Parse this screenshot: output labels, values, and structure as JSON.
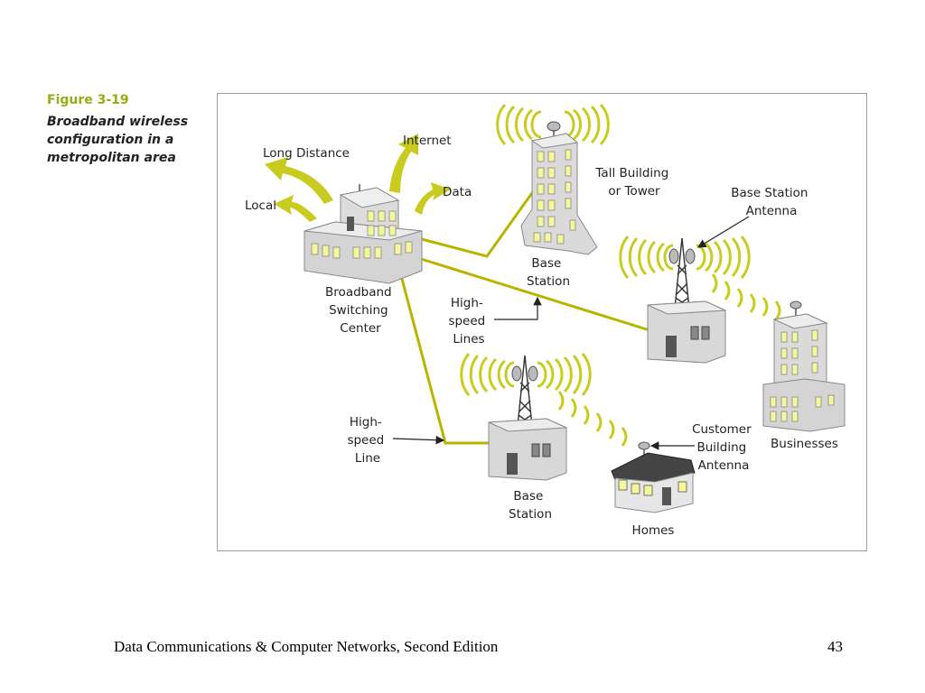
{
  "figure": {
    "number": "Figure 3-19",
    "caption_lines": [
      "Broadband wireless",
      "configuration in a",
      "metropolitan area"
    ]
  },
  "diagram": {
    "labels": {
      "long_distance": "Long Distance",
      "internet": "Internet",
      "local": "Local",
      "data": "Data",
      "switching_center": [
        "Broadband",
        "Switching",
        "Center"
      ],
      "tall_building": [
        "Tall Building",
        "or Tower"
      ],
      "base_station_top": [
        "Base",
        "Station"
      ],
      "base_station_antenna": [
        "Base Station",
        "Antenna"
      ],
      "high_speed_lines": [
        "High-",
        "speed",
        "Lines"
      ],
      "high_speed_line": [
        "High-",
        "speed",
        "Line"
      ],
      "businesses": "Businesses",
      "customer_building_antenna": [
        "Customer",
        "Building",
        "Antenna"
      ],
      "base_station_bottom": [
        "Base",
        "Station"
      ],
      "homes": "Homes"
    },
    "colors": {
      "accent": "#c8cc1e",
      "wire": "#b8b400",
      "building_gray": "#d8d8d8",
      "window": "#f4f79a"
    }
  },
  "footer": {
    "text": "Data Communications & Computer Networks, Second Edition",
    "page": "43"
  }
}
